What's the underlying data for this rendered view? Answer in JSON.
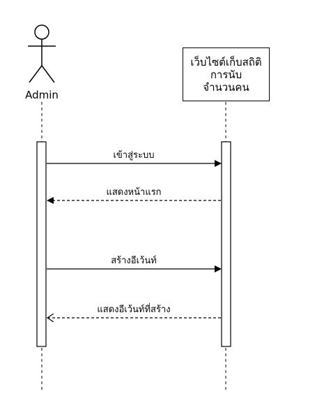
{
  "actor": {
    "name": "Admin"
  },
  "system": {
    "title": "เว็บไซต์เก็บสถิติการนับ\nจำนวนคน"
  },
  "messages": [
    {
      "label": "เข้าสู่ระบบ",
      "direction": "to-system",
      "style": "solid"
    },
    {
      "label": "แสดงหน้าแรก",
      "direction": "to-actor",
      "style": "dashed"
    },
    {
      "label": "สร้างอีเว้นท์",
      "direction": "to-system",
      "style": "solid"
    },
    {
      "label": "แสดงอีเว้นท์ที่สร้าง",
      "direction": "to-actor",
      "style": "dashed"
    }
  ]
}
